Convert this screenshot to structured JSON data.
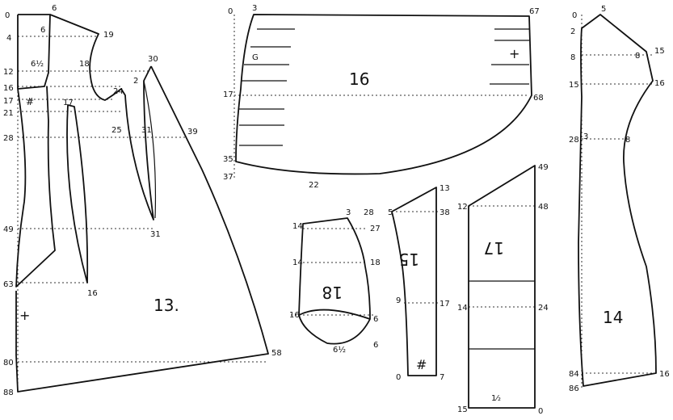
{
  "pieces": [
    {
      "number": "13.",
      "marks": [
        "0",
        "4",
        "12",
        "16",
        "17",
        "21",
        "28",
        "49",
        "63",
        "80",
        "88",
        "6",
        "6",
        "6½",
        "19",
        "18",
        "30",
        "2",
        "24",
        "17",
        "25",
        "31",
        "39",
        "31",
        "16",
        "58",
        "+",
        "#"
      ]
    },
    {
      "number": "16",
      "marks": [
        "0",
        "3",
        "67",
        "68",
        "17",
        "35",
        "37",
        "22",
        "+",
        "G"
      ]
    },
    {
      "number": "18",
      "marks": [
        "14",
        "14",
        "16",
        "3",
        "28",
        "27",
        "18",
        "6",
        "6",
        "6½"
      ]
    },
    {
      "number": "15",
      "marks": [
        "5",
        "13",
        "38",
        "9",
        "17",
        "0",
        "7",
        "#"
      ]
    },
    {
      "number": "17",
      "marks": [
        "12",
        "48",
        "49",
        "14",
        "24",
        "15",
        "0",
        "1⁄₂"
      ]
    },
    {
      "number": "14",
      "marks": [
        "0",
        "2",
        "5",
        "8",
        "8",
        "15",
        "15",
        "16",
        "28",
        "3",
        "8",
        "84",
        "86",
        "16"
      ]
    }
  ]
}
